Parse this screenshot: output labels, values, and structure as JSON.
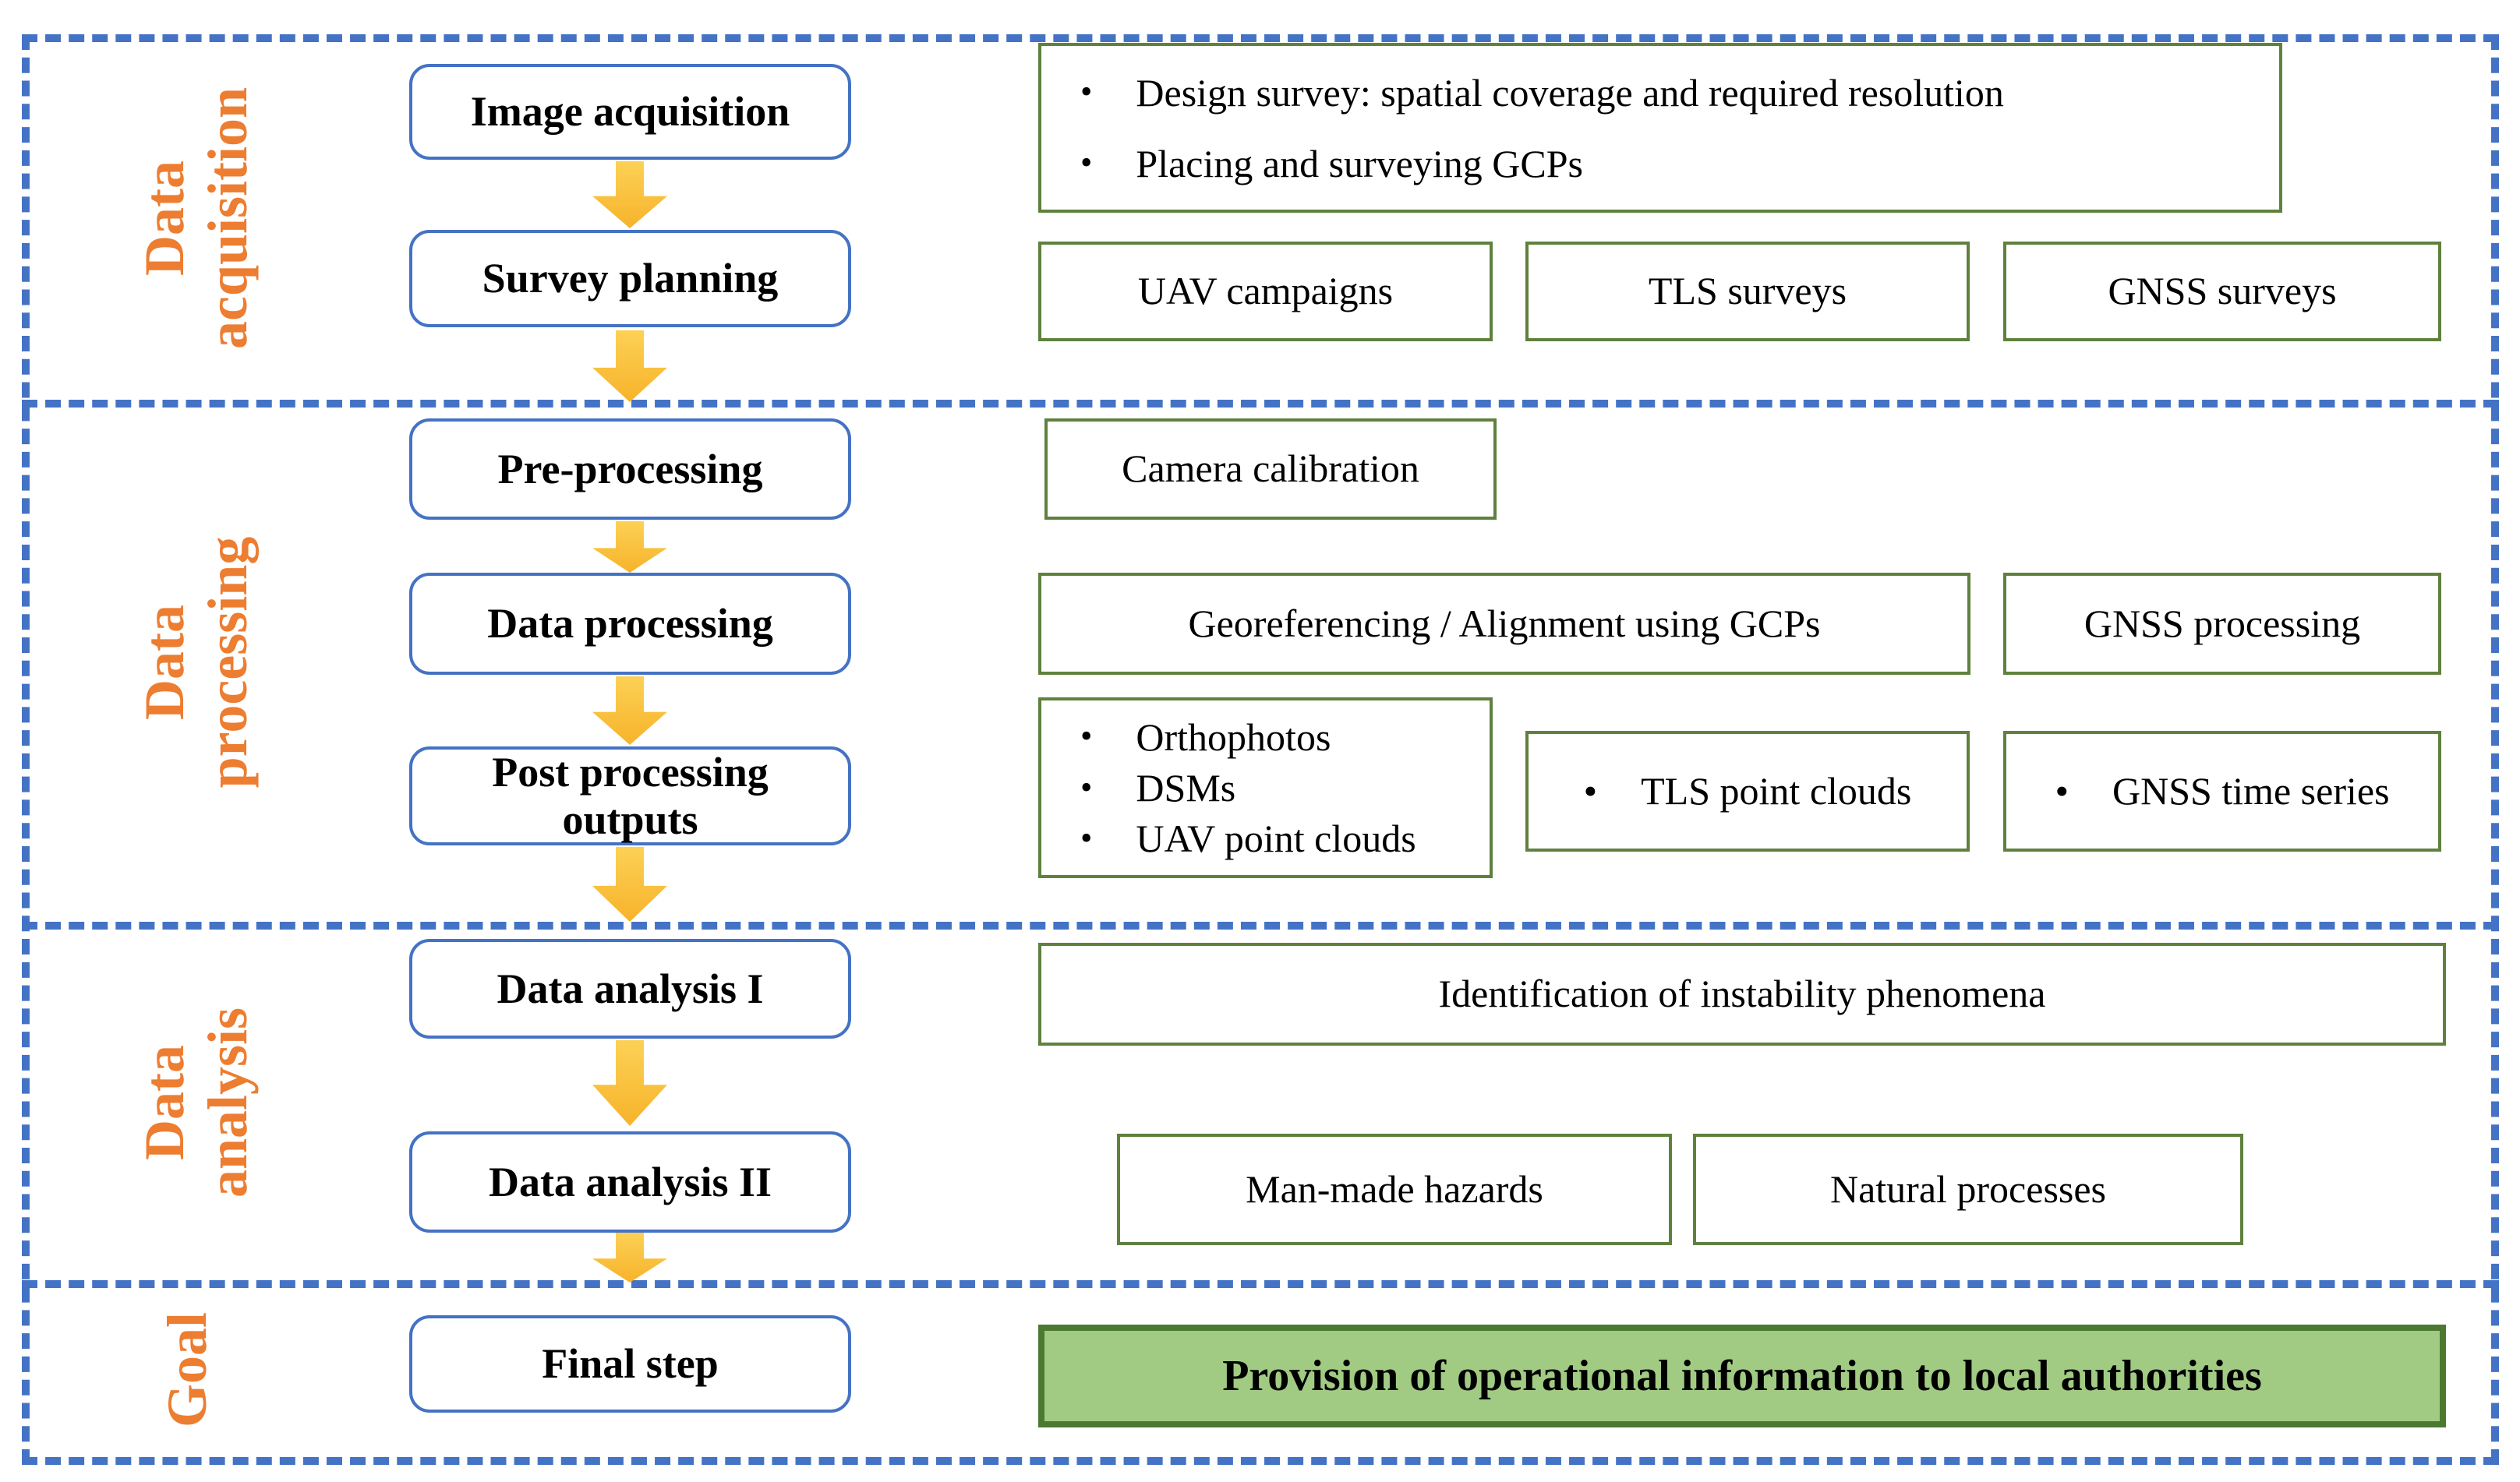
{
  "figure": {
    "type": "workflow-diagram",
    "sections": [
      {
        "lines": [
          "Data",
          "acquisition"
        ]
      },
      {
        "lines": [
          "Data",
          "processing"
        ]
      },
      {
        "lines": [
          "Data",
          "analysis"
        ]
      },
      {
        "lines": [
          "Goal"
        ]
      }
    ]
  },
  "flow": {
    "image_acquisition": "Image acquisition",
    "survey_planning": "Survey planning",
    "pre_processing": "Pre-processing",
    "data_processing": "Data processing",
    "post_processing_outputs": "Post processing outputs",
    "data_analysis_1": "Data analysis I",
    "data_analysis_2": "Data analysis II",
    "final_step": "Final step"
  },
  "details": {
    "bullet_char": "•",
    "acquisition_bullets": [
      "Design survey: spatial coverage and required resolution",
      "Placing and surveying GCPs"
    ],
    "survey_types": [
      "UAV campaigns",
      "TLS surveys",
      "GNSS surveys"
    ],
    "camera_calibration": "Camera calibration",
    "georeferencing": "Georeferencing / Alignment using GCPs",
    "gnss_processing": "GNSS processing",
    "output_bullets": [
      "Orthophotos",
      "DSMs",
      "UAV point clouds"
    ],
    "tls_point_clouds": "TLS point clouds",
    "gnss_time_series": "GNSS time series",
    "identification": "Identification of instability phenomena",
    "hazard_types": [
      "Man-made hazards",
      "Natural processes"
    ],
    "goal": "Provision of operational information to local authorities"
  },
  "colors": {
    "accent_orange": "#ED7D31",
    "dashed_blue": "#4473C5",
    "flow_box_border": "#4472C4",
    "detail_box_border": "#5F813D",
    "goal_fill": "#A1CB83",
    "goal_border": "#4C7931",
    "arrow_yellow_light": "#FCD155",
    "arrow_yellow_dark": "#F7B32B"
  }
}
